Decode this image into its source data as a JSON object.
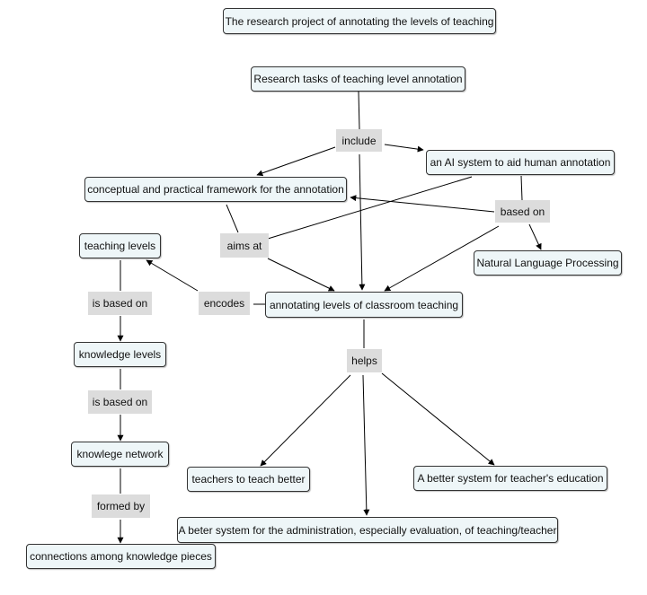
{
  "colors": {
    "node_fill": "#eef6f8",
    "node_border": "#333333",
    "link_fill": "#dcdcdc",
    "line": "#000000"
  },
  "title": "The research project of annotating the levels of teaching",
  "nodes": {
    "research_tasks": "Research tasks of teaching level annotation",
    "ai_system": "an AI system to aid human annotation",
    "framework": "conceptual and practical framework for the annotation",
    "nlp": "Natural Language Processing",
    "teaching_levels": "teaching levels",
    "annotating": "annotating levels of classroom teaching",
    "knowledge_levels": "knowledge levels",
    "knowledge_network": "knowlege network",
    "teachers_teach": "teachers to teach better",
    "better_system_edu": "A better system for teacher's education",
    "admin_system": "A beter system for the administration, especially evaluation, of teaching/teacher",
    "connections": "connections among knowledge pieces"
  },
  "links": {
    "include": "include",
    "based_on": "based on",
    "aims_at": "aims at",
    "encodes": "encodes",
    "is_based_on_1": "is based on",
    "is_based_on_2": "is based on",
    "helps": "helps",
    "formed_by": "formed by"
  }
}
